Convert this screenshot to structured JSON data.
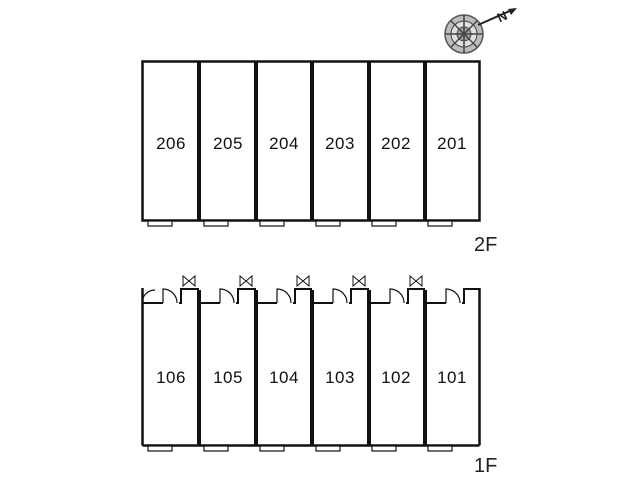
{
  "floors": [
    {
      "label": "2F",
      "units": [
        "206",
        "205",
        "204",
        "203",
        "202",
        "201"
      ]
    },
    {
      "label": "1F",
      "units": [
        "106",
        "105",
        "104",
        "103",
        "102",
        "101"
      ]
    }
  ],
  "compass": {
    "label": "N"
  }
}
